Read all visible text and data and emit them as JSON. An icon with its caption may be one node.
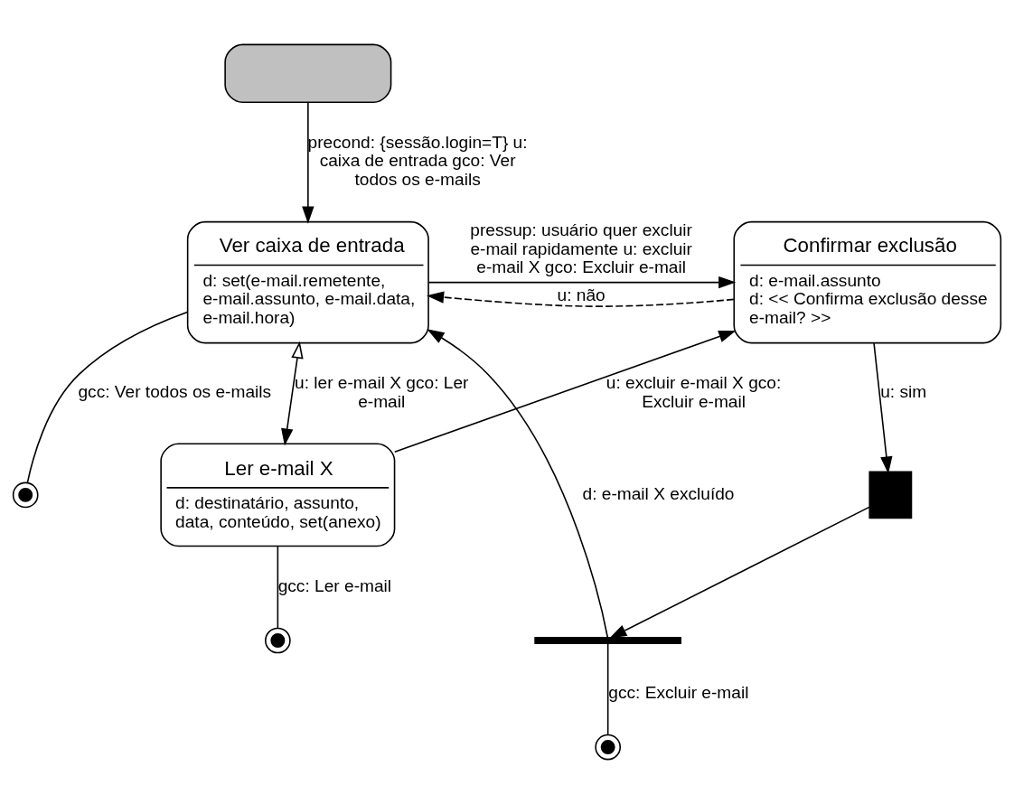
{
  "diagram": {
    "nodes": [
      {
        "text": [],
        "shape": "box"
      },
      {
        "text": [
          "Ver caixa de entrada",
          "d: set(e-mail.remetente, e-mail.assunto, e-mail.data, e-mail.hora)"
        ]
      },
      {
        "text": [
          "Confirmar exclusão",
          "d: e-mail.assunto",
          "d: << Confirma exclusão desse e-mail? >>"
        ]
      },
      {
        "text": [],
        "shape": "circle"
      },
      {
        "text": [],
        "shape": "box"
      },
      {
        "text": [],
        "shape": "bar"
      },
      {
        "text": [],
        "shape": "circle"
      },
      {
        "text": [
          "Ler e-mail X",
          "d: destinatário, assunto, data, conteúdo, set(anexo)"
        ]
      },
      {
        "text": [],
        "shape": "circle"
      }
    ],
    "edges": [
      {
        "from": 0,
        "to": 1,
        "arrow": "to",
        "label": "precond: {sessão.login=T} u: caixa de entrada gco: Ver todos os e-mails"
      },
      {
        "from": 1,
        "to": 2,
        "arrow": "to",
        "label": "pressup: usuário quer excluir e-mail rapidamente u: excluir e-mail X gco: Excluir e-mail"
      },
      {
        "from": 2,
        "to": 1,
        "arrow": "to",
        "label": "u: não",
        "style": "dashed"
      },
      {
        "from": 1,
        "to": 3,
        "arrow": "none",
        "label": "gcc: Ver todos os e-mails"
      },
      {
        "from": 2,
        "to": 4,
        "arrow": "to",
        "label": "u: sim"
      },
      {
        "from": 4,
        "to": 5,
        "arrow": "to"
      },
      {
        "from": 5,
        "to": 1,
        "arrow": "to",
        "label": "d: e-mail X excluído"
      },
      {
        "from": 5,
        "to": 6,
        "arrow": "none",
        "label": "gcc: Excluir e-mail"
      },
      {
        "from": 1,
        "to": 7,
        "arrow": "both",
        "label": "u: ler e-mail X gco: Ler e-mail"
      },
      {
        "from": 7,
        "to": 2,
        "arrow": "to",
        "label": "u: excluir e-mail X gco: Excluir e-mail"
      },
      {
        "from": 7,
        "to": 8,
        "arrow": "none",
        "label": "gcc: Ler e-mail"
      }
    ]
  }
}
